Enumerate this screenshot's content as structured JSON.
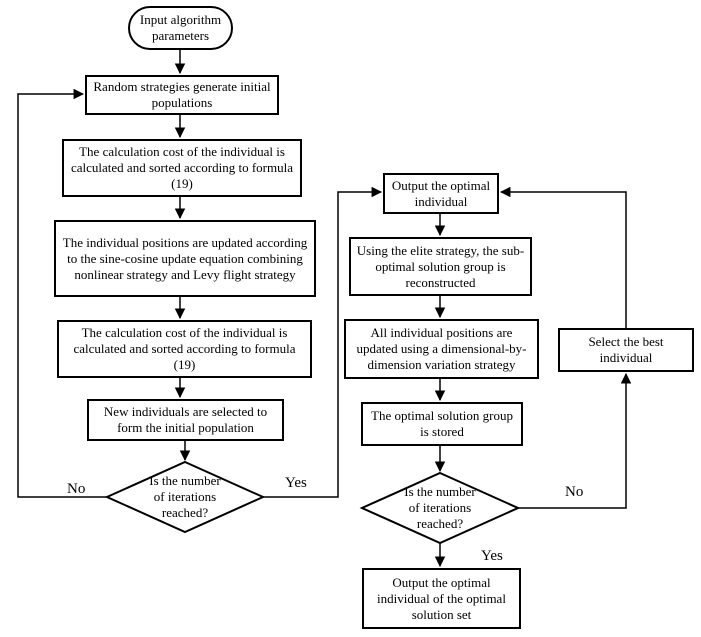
{
  "nodes": {
    "input_params": "Input algorithm parameters",
    "random_init": "Random strategies generate initial populations",
    "calc_cost_1": "The calculation cost of the individual is calculated and sorted according to formula (19)",
    "update_positions": "The individual positions are updated according to the sine-cosine update equation combining nonlinear strategy and Levy flight strategy",
    "calc_cost_2": "The calculation cost of the individual is calculated and sorted according to formula (19)",
    "select_new": "New individuals are selected to form the initial population",
    "decision_1": "Is the number of iterations reached?",
    "output_optimal": "Output the optimal individual",
    "elite_strategy": "Using the elite strategy, the sub-optimal solution group is reconstructed",
    "dimension_variation": "All individual positions are updated using a dimensional-by-dimension variation strategy",
    "store_group": "The optimal solution group is stored",
    "decision_2": "Is the number of iterations reached?",
    "select_best": "Select the best individual",
    "final_output": "Output the optimal individual of the optimal solution set"
  },
  "edge_labels": {
    "no_1": "No",
    "yes_1": "Yes",
    "no_2": "No",
    "yes_2": "Yes"
  },
  "colors": {
    "stroke": "#000000",
    "background": "#ffffff"
  }
}
